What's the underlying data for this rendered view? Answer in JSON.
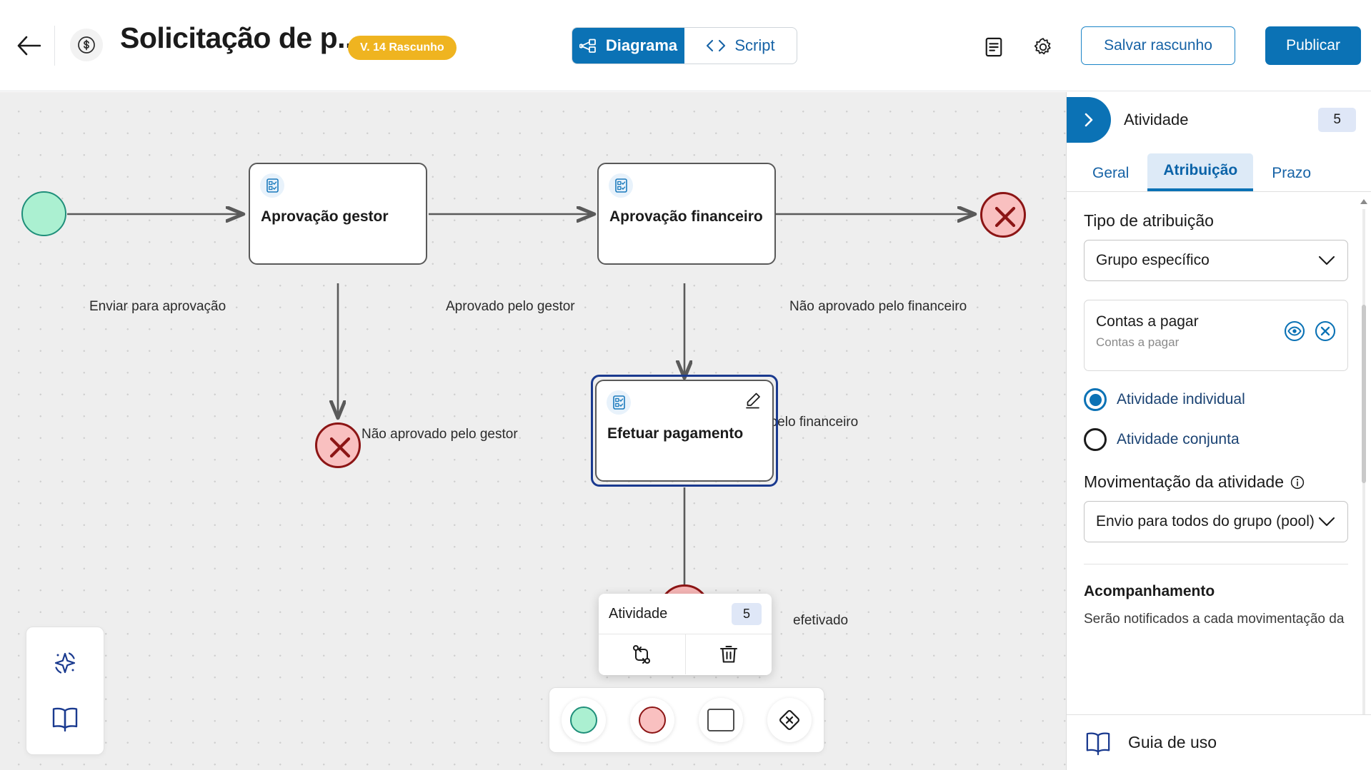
{
  "header": {
    "back_icon": "arrow-left-icon",
    "doc_icon": "money-circle-icon",
    "title": "Solicitação de p...",
    "version_badge": "V. 14 Rascunho",
    "mode_tabs": [
      {
        "label": "Diagrama",
        "icon": "diagram-icon",
        "active": true
      },
      {
        "label": "Script",
        "icon": "code-brackets-icon",
        "active": false
      }
    ],
    "notes_icon": "document-lines-icon",
    "settings_icon": "gear-icon",
    "save_draft_label": "Salvar rascunho",
    "publish_label": "Publicar",
    "accent_color": "#0b72b5",
    "badge_color": "#efb420"
  },
  "canvas": {
    "nodes": [
      {
        "id": "start",
        "type": "start-event",
        "label": ""
      },
      {
        "id": "task1",
        "type": "task",
        "label": "Aprovação gestor",
        "icon": "form-check-icon"
      },
      {
        "id": "task2",
        "type": "task",
        "label": "Aprovação financeiro",
        "icon": "form-check-icon"
      },
      {
        "id": "task3",
        "type": "task",
        "label": "Efetuar pagamento",
        "icon": "form-check-icon",
        "selected": true,
        "edit_icon": "pencil-icon"
      },
      {
        "id": "end-right",
        "type": "end-event-x",
        "label": ""
      },
      {
        "id": "end-down",
        "type": "end-event-x",
        "label": ""
      },
      {
        "id": "end-final",
        "type": "end-event",
        "label": ""
      }
    ],
    "edges": [
      {
        "label": "Enviar para aprovação"
      },
      {
        "label": "Aprovado pelo gestor"
      },
      {
        "label": "Não aprovado pelo gestor"
      },
      {
        "label": "Não aprovado pelo financeiro"
      },
      {
        "label": "Aprovado pelo financeiro"
      },
      {
        "label": "efetivado"
      }
    ],
    "context_menu": {
      "title": "Atividade",
      "count": "5",
      "actions": [
        {
          "name": "branch-flow-icon"
        },
        {
          "name": "trash-icon"
        }
      ]
    },
    "palette": [
      {
        "name": "start-event-shape",
        "title": "Evento de início"
      },
      {
        "name": "end-event-shape",
        "title": "Evento de fim"
      },
      {
        "name": "task-shape",
        "title": "Atividade"
      },
      {
        "name": "gateway-shape",
        "title": "Gateway"
      }
    ],
    "left_tools": [
      {
        "name": "ai-sparkle-icon"
      },
      {
        "name": "book-guide-icon"
      }
    ]
  },
  "right_panel": {
    "collapse_icon": "chevron-right-icon",
    "title": "Atividade",
    "count": "5",
    "tabs": [
      {
        "label": "Geral",
        "active": false
      },
      {
        "label": "Atribuição",
        "active": true
      },
      {
        "label": "Prazo",
        "active": false
      }
    ],
    "assignment_type_label": "Tipo de atribuição",
    "assignment_type_value": "Grupo específico",
    "group_card": {
      "name": "Contas a pagar",
      "description": "Contas a pagar",
      "view_icon": "eye-icon",
      "remove_icon": "close-circle-icon"
    },
    "radios": [
      {
        "label": "Atividade  individual",
        "selected": true
      },
      {
        "label": "Atividade  conjunta",
        "selected": false
      }
    ],
    "movement_label": "Movimentação da atividade",
    "movement_info_icon": "info-icon",
    "movement_value": "Envio para todos do grupo (pool)",
    "tracking_title": "Acompanhamento",
    "tracking_text": "Serão notificados a cada movimentação da",
    "footer": {
      "icon": "book-guide-icon",
      "label": "Guia de uso"
    }
  }
}
